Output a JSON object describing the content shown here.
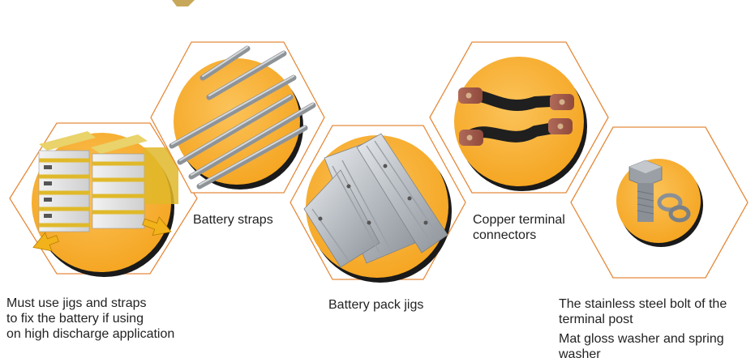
{
  "colors": {
    "hex_outline": "#e58a3c",
    "disc_orange": "#f5a623",
    "disc_shadow": "#1a1a1a",
    "caption_text": "#222222"
  },
  "items": [
    {
      "id": "jigs-and-straps",
      "icon": "battery-stack-image",
      "caption_lines": [
        "Must use jigs and straps",
        "to fix the battery if using",
        "on high discharge application"
      ]
    },
    {
      "id": "battery-straps",
      "icon": "battery-straps-image",
      "caption_lines": [
        "Battery straps"
      ]
    },
    {
      "id": "battery-pack-jigs",
      "icon": "battery-pack-jigs-image",
      "caption_lines": [
        "Battery pack jigs"
      ]
    },
    {
      "id": "copper-terminal-connectors",
      "icon": "copper-connectors-image",
      "caption_lines": [
        "Copper terminal",
        "connectors"
      ]
    },
    {
      "id": "stainless-bolt",
      "icon": "bolt-and-washers-image",
      "caption_lines": [
        "The stainless steel bolt of the",
        "terminal post"
      ],
      "caption2_lines": [
        "Mat gloss washer and spring",
        "washer"
      ]
    }
  ]
}
